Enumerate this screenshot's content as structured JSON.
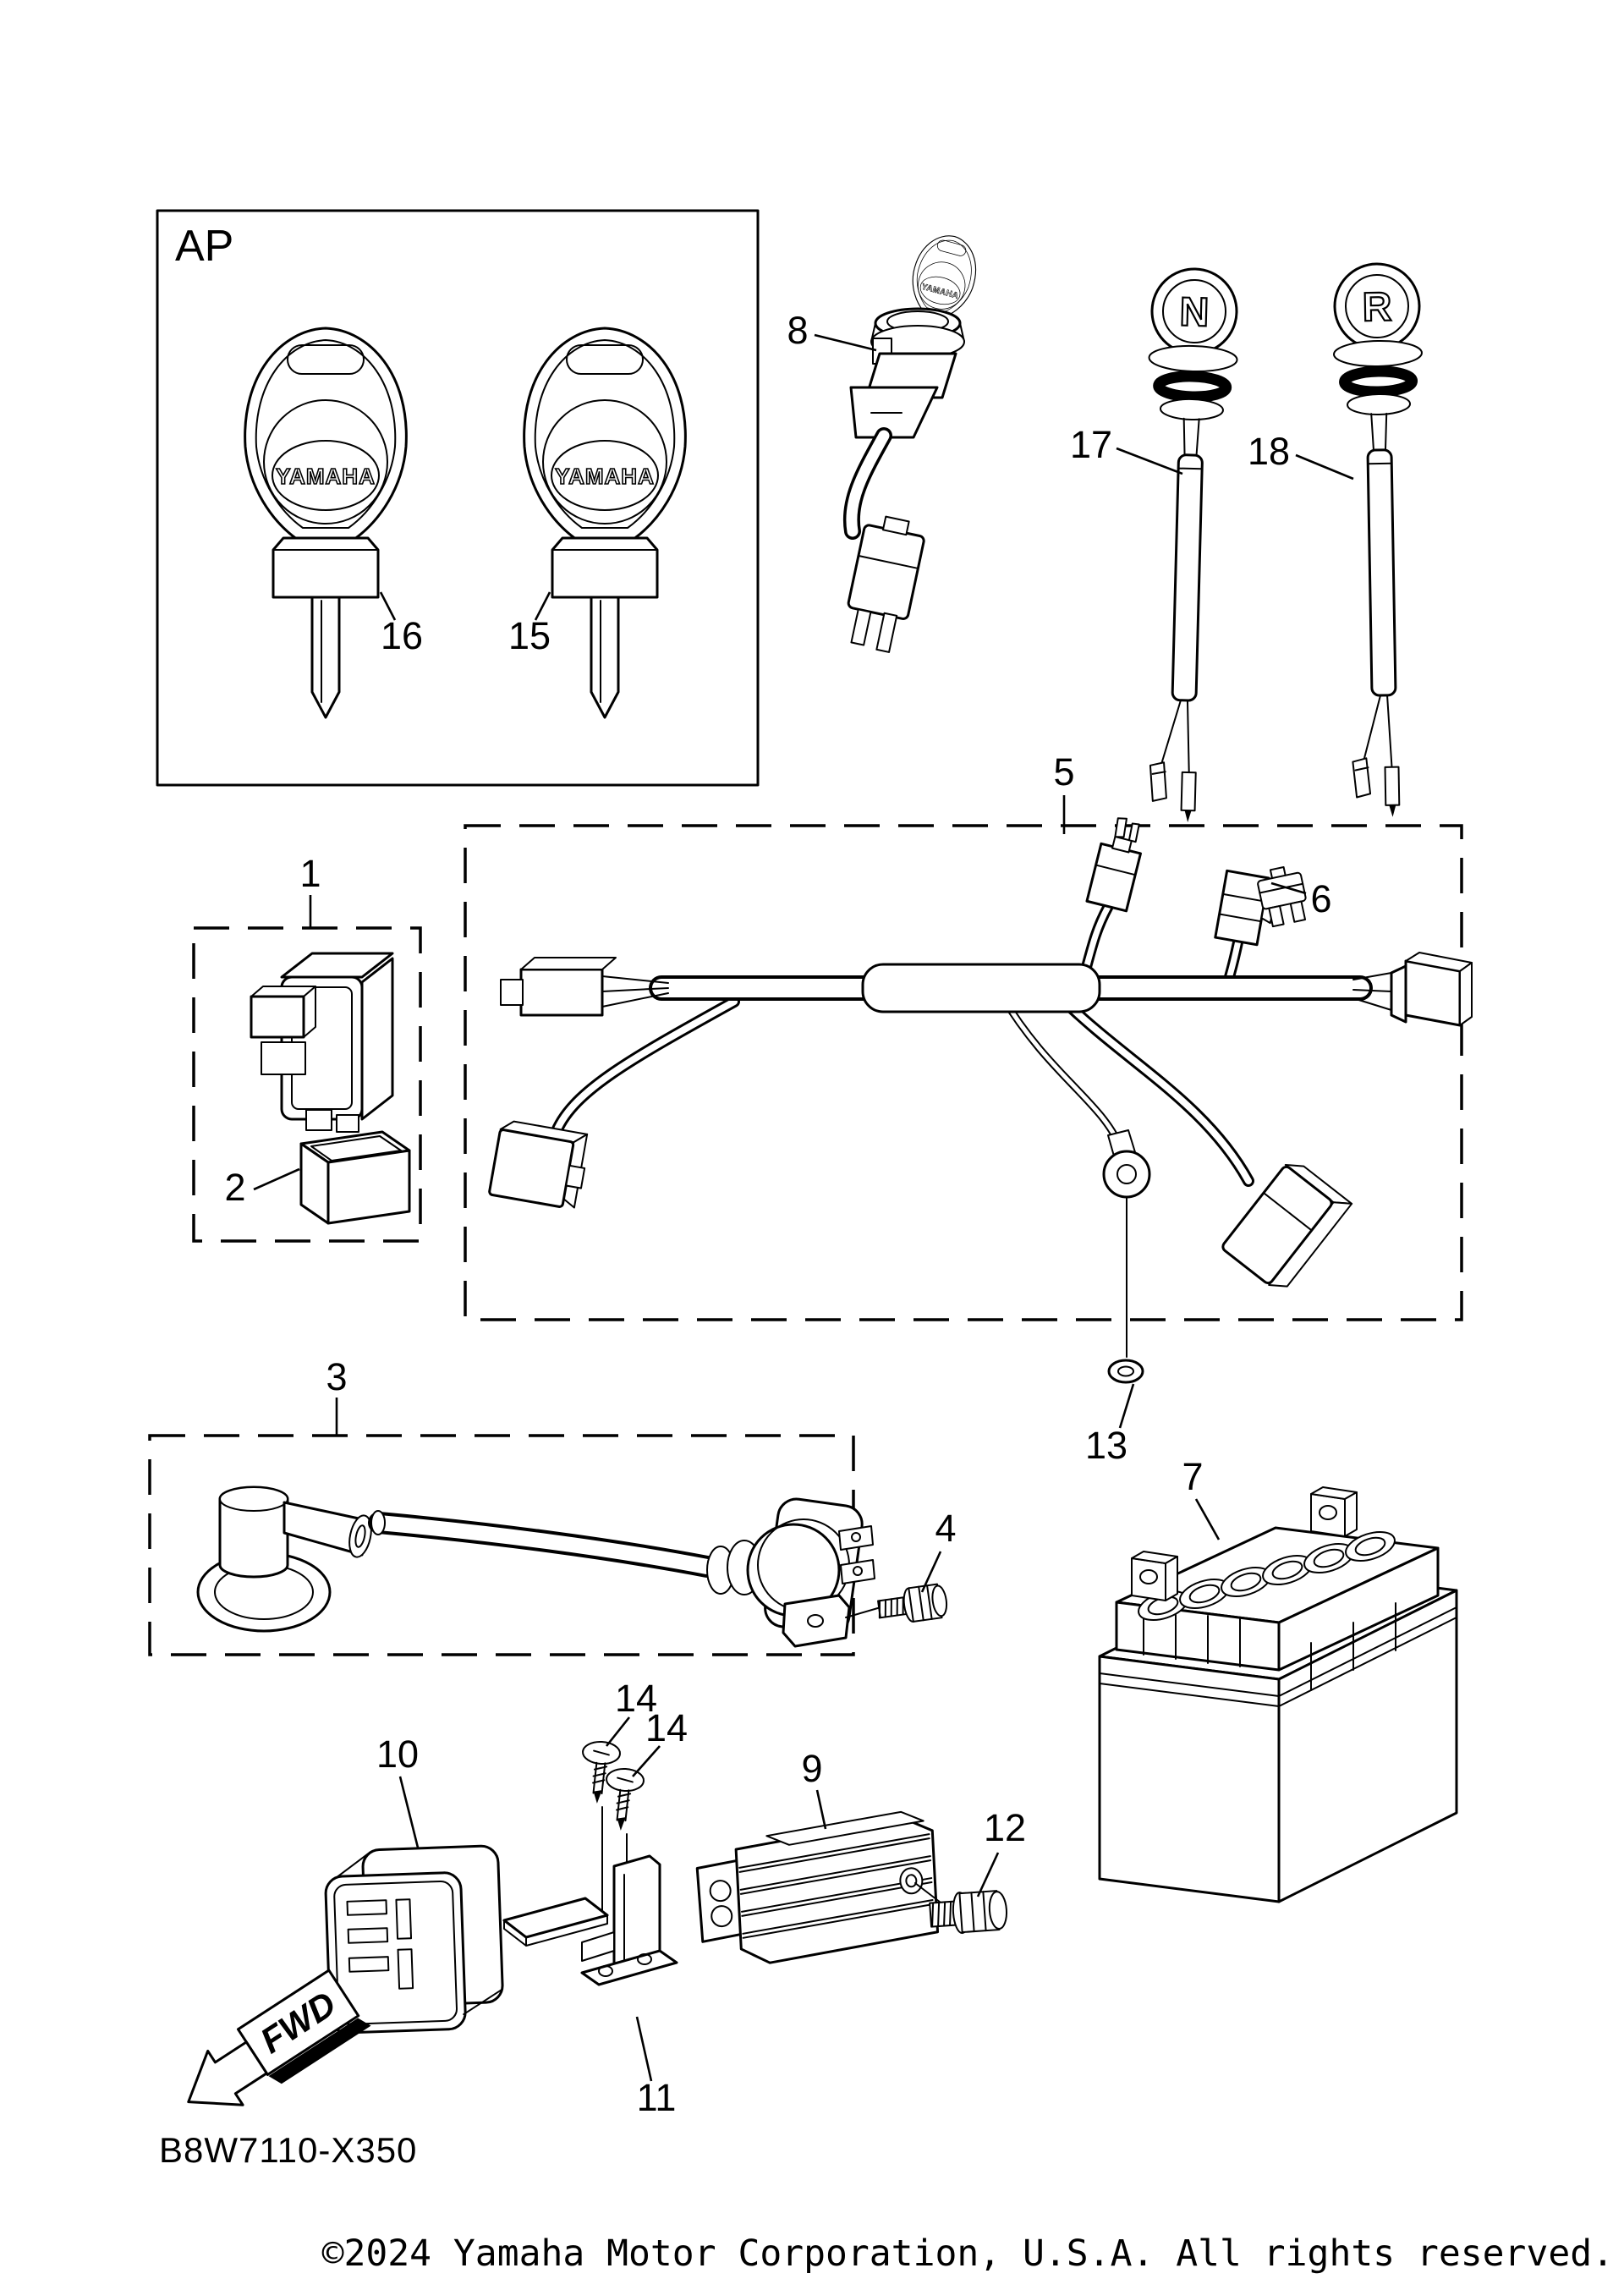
{
  "document": {
    "drawing_number": "B8W7110-X350",
    "copyright": "©2024 Yamaha Motor Corporation, U.S.A. All rights reserved."
  },
  "inset": {
    "label": "AP"
  },
  "brand": {
    "logo": "YAMAHA"
  },
  "lamps": {
    "neutral_letter": "N",
    "reverse_letter": "R"
  },
  "arrow": {
    "label": "FWD"
  },
  "callouts": {
    "c1": {
      "label": "1"
    },
    "c2": {
      "label": "2"
    },
    "c3": {
      "label": "3"
    },
    "c4": {
      "label": "4"
    },
    "c5": {
      "label": "5"
    },
    "c6": {
      "label": "6"
    },
    "c7": {
      "label": "7"
    },
    "c8": {
      "label": "8"
    },
    "c9": {
      "label": "9"
    },
    "c10": {
      "label": "10"
    },
    "c11": {
      "label": "11"
    },
    "c12": {
      "label": "12"
    },
    "c13": {
      "label": "13"
    },
    "c14a": {
      "label": "14"
    },
    "c14b": {
      "label": "14"
    },
    "c15": {
      "label": "15"
    },
    "c16": {
      "label": "16"
    },
    "c17": {
      "label": "17"
    },
    "c18": {
      "label": "18"
    }
  }
}
